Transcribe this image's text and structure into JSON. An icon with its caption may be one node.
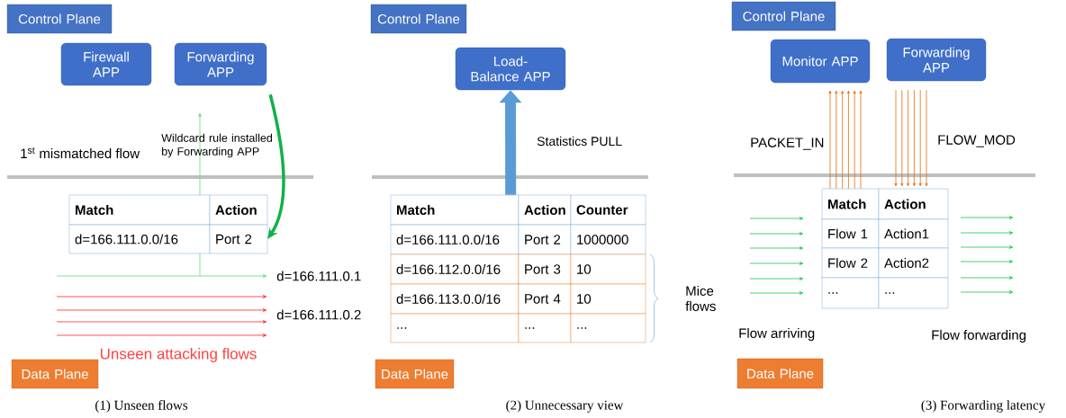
{
  "diagram": {
    "nodes": [
      {
        "text": [
          "Control Plane"
        ]
      },
      {
        "text": [
          "Firewall APP"
        ]
      },
      {
        "text": [
          "Forwarding APP"
        ]
      },
      {
        "text": [
          "Data Plane"
        ]
      },
      {
        "text": [
          "Match"
        ]
      },
      {
        "text": [
          "Action"
        ]
      },
      {
        "text": [
          "d=166.111.0.0/16"
        ]
      },
      {
        "text": [
          "Port 2"
        ]
      },
      {
        "text": [
          "Control Plane"
        ]
      },
      {
        "text": [
          "Load-Balance APP"
        ]
      },
      {
        "text": [
          "Data Plane"
        ]
      },
      {
        "text": [
          "Match"
        ]
      },
      {
        "text": [
          "Action"
        ]
      },
      {
        "text": [
          "Counter"
        ]
      },
      {
        "text": [
          "d=166.111.0.0/16"
        ]
      },
      {
        "text": [
          "Port 2"
        ]
      },
      {
        "text": [
          "1000000"
        ]
      },
      {
        "text": [
          "d=166.112.0.0/16"
        ]
      },
      {
        "text": [
          "Port 3"
        ]
      },
      {
        "text": [
          "10"
        ]
      },
      {
        "text": [
          "d=166.113.0.0/16"
        ]
      },
      {
        "text": [
          "Port 4"
        ]
      },
      {
        "text": [
          "10"
        ]
      },
      {
        "text": [
          "..."
        ]
      },
      {
        "text": [
          "..."
        ]
      },
      {
        "text": [
          "..."
        ]
      },
      {
        "text": [
          "Control Plane"
        ]
      },
      {
        "text": [
          "Monitor APP"
        ]
      },
      {
        "text": [
          "Forwarding APP"
        ]
      },
      {
        "text": [
          "Data Plane"
        ]
      },
      {
        "text": [
          "Match"
        ]
      },
      {
        "text": [
          "Action"
        ]
      },
      {
        "text": [
          "Flow 1"
        ]
      },
      {
        "text": [
          "Action1"
        ]
      },
      {
        "text": [
          "Flow 2"
        ]
      },
      {
        "text": [
          "Action2"
        ]
      },
      {
        "text": [
          "..."
        ]
      },
      {
        "text": [
          "..."
        ]
      }
    ],
    "edges": [
      {
        "from": 2,
        "to": 7,
        "arrow": "to",
        "label": "Wildcard rule installed by Forwarding APP",
        "style": "thick",
        "color": "#11b14a"
      },
      {
        "from": 11,
        "to": 9,
        "arrow": "to",
        "label": "Statistics PULL",
        "style": "thick",
        "color": "#5b9bd5"
      },
      {
        "from": 30,
        "to": 27,
        "arrow": "to"
      },
      {
        "from": 30,
        "to": 27,
        "arrow": "to"
      },
      {
        "from": 30,
        "to": 27,
        "arrow": "to"
      },
      {
        "from": 30,
        "to": 27,
        "arrow": "to"
      },
      {
        "from": 30,
        "to": 27,
        "arrow": "to"
      },
      {
        "from": 30,
        "to": 27,
        "arrow": "to"
      },
      {
        "from": 28,
        "to": 31,
        "arrow": "to"
      },
      {
        "from": 28,
        "to": 31,
        "arrow": "to"
      },
      {
        "from": 28,
        "to": 31,
        "arrow": "to"
      },
      {
        "from": 28,
        "to": 31,
        "arrow": "to"
      },
      {
        "from": 28,
        "to": 31,
        "arrow": "to"
      },
      {
        "from": 28,
        "to": 31,
        "arrow": "to"
      }
    ],
    "labels": [
      "1$^{st}$ mismatched flow",
      "d=166.111.0.1",
      "d=166.111.0.2",
      "Unseen attacking flows",
      "(1) Unseen flows",
      "Mice flows",
      "(2) Unnecessary view",
      "PACKET_IN",
      "FLOW_MOD",
      "Flow arriving",
      "Flow forwarding",
      "(3) Forwarding latency"
    ]
  }
}
